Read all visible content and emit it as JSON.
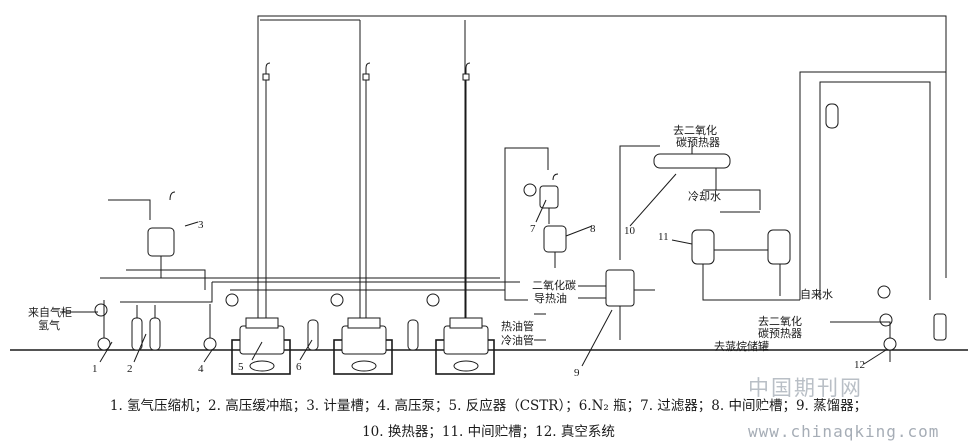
{
  "labels": {
    "gas_source_line1": "来自气柜",
    "gas_source_line2": "氢气",
    "co2_out_top_line1": "去二氧化",
    "co2_out_top_line2": "碳预热器",
    "cooling_water": "冷却水",
    "co2_in": "二氧化碳",
    "heat_oil_in": "导热油",
    "hot_oil_pipe": "热油管",
    "cold_oil_pipe": "冷油管",
    "tap_water": "自来水",
    "co2_out_bottom_line1": "去二氧化",
    "co2_out_bottom_line2": "碳预热器",
    "to_alkane_tank": "去蒎烷储罐"
  },
  "numbers": {
    "n1": "1",
    "n2": "2",
    "n3": "3",
    "n4": "4",
    "n5": "5",
    "n6": "6",
    "n7": "7",
    "n8": "8",
    "n9": "9",
    "n10": "10",
    "n11": "11",
    "n12": "12"
  },
  "caption": {
    "line1": "1. 氢气压缩机；2. 高压缓冲瓶；3. 计量槽；4. 高压泵；5. 反应器（CSTR）；6.N₂ 瓶；7. 过滤器；8. 中间贮槽；9. 蒸馏器；",
    "line2": "10. 换热器；11. 中间贮槽；12. 真空系统"
  },
  "watermark": {
    "cn": "中国期刊网",
    "url": "www.chinaqking.com"
  }
}
